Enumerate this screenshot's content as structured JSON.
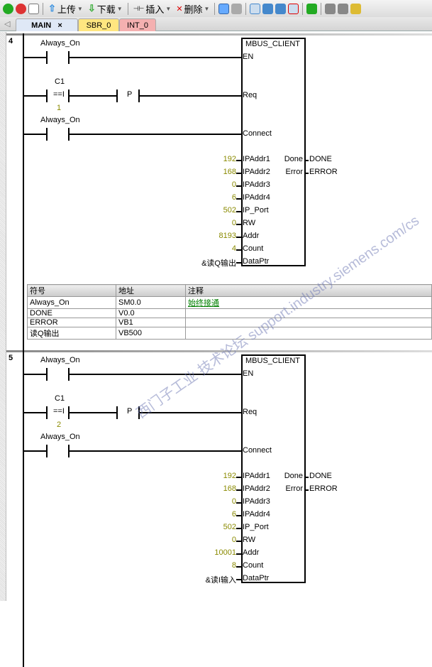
{
  "toolbar": {
    "upload": "上传",
    "download": "下载",
    "insert": "插入",
    "delete": "删除"
  },
  "tabs": [
    {
      "label": "MAIN",
      "color": "#dfe8f6"
    },
    {
      "label": "SBR_0",
      "color": "#ffe680"
    },
    {
      "label": "INT_0",
      "color": "#f4b0b0"
    }
  ],
  "tab_close": "×",
  "networks": [
    {
      "number": "4",
      "contact1": "Always_On",
      "compare_op": "C1",
      "compare_sym": "==I",
      "compare_val": "1",
      "p_contact": "P",
      "contact3": "Always_On",
      "block": "MBUS_CLIENT",
      "inputs": [
        "EN",
        "Req",
        "Connect",
        "IPAddr1",
        "IPAddr2",
        "IPAddr3",
        "IPAddr4",
        "IP_Port",
        "RW",
        "Addr",
        "Count",
        "DataPtr"
      ],
      "values": [
        "",
        "",
        "",
        "192",
        "168",
        "0",
        "6",
        "502",
        "0",
        "8193",
        "4",
        "&读Q输出"
      ],
      "outputs": [
        {
          "pin": "Done",
          "value": "DONE"
        },
        {
          "pin": "Error",
          "value": "ERROR"
        }
      ]
    },
    {
      "number": "5",
      "contact1": "Always_On",
      "compare_op": "C1",
      "compare_sym": "==I",
      "compare_val": "2",
      "p_contact": "P",
      "contact3": "Always_On",
      "block": "MBUS_CLIENT",
      "inputs": [
        "EN",
        "Req",
        "Connect",
        "IPAddr1",
        "IPAddr2",
        "IPAddr3",
        "IPAddr4",
        "IP_Port",
        "RW",
        "Addr",
        "Count",
        "DataPtr"
      ],
      "values": [
        "",
        "",
        "",
        "192",
        "168",
        "0",
        "6",
        "502",
        "0",
        "10001",
        "8",
        "&读I输入"
      ],
      "outputs": [
        {
          "pin": "Done",
          "value": "DONE"
        },
        {
          "pin": "Error",
          "value": "ERROR"
        }
      ]
    }
  ],
  "symbol_table": {
    "headers": [
      "符号",
      "地址",
      "注释"
    ],
    "rows": [
      [
        "Always_On",
        "SM0.0",
        "始终接通"
      ],
      [
        "DONE",
        "V0.0",
        ""
      ],
      [
        "ERROR",
        "VB1",
        ""
      ],
      [
        "读Q输出",
        "VB500",
        ""
      ]
    ]
  },
  "watermark": "西门子工业 技术论坛 support.industry.siemens.com/cs"
}
